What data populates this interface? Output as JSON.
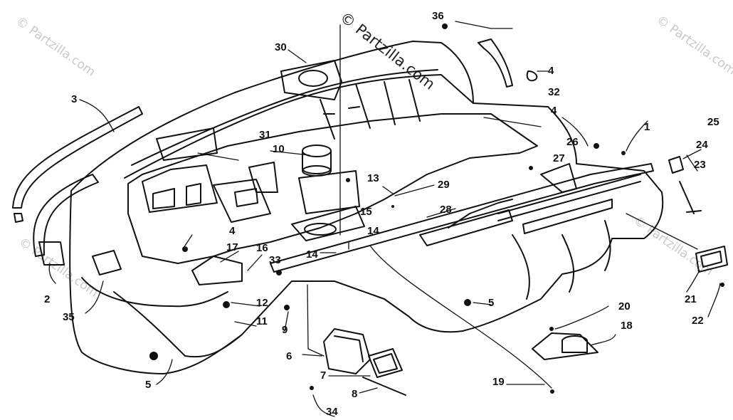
{
  "watermarks": [
    "© Partzilla.com",
    "© Partzilla.com",
    "© Partzilla.com",
    "© Partzilla.com",
    "© Partzilla.com"
  ],
  "callouts": [
    "1",
    "2",
    "3",
    "4",
    "4",
    "4",
    "5",
    "5",
    "6",
    "7",
    "8",
    "9",
    "10",
    "11",
    "12",
    "13",
    "14",
    "14",
    "15",
    "16",
    "17",
    "18",
    "19",
    "20",
    "21",
    "22",
    "23",
    "24",
    "25",
    "26",
    "27",
    "28",
    "29",
    "30",
    "31",
    "32",
    "33",
    "34",
    "35",
    "36"
  ],
  "colors": {
    "ink": "#111111",
    "watermark": "#c9c9c9",
    "background": "#ffffff"
  }
}
